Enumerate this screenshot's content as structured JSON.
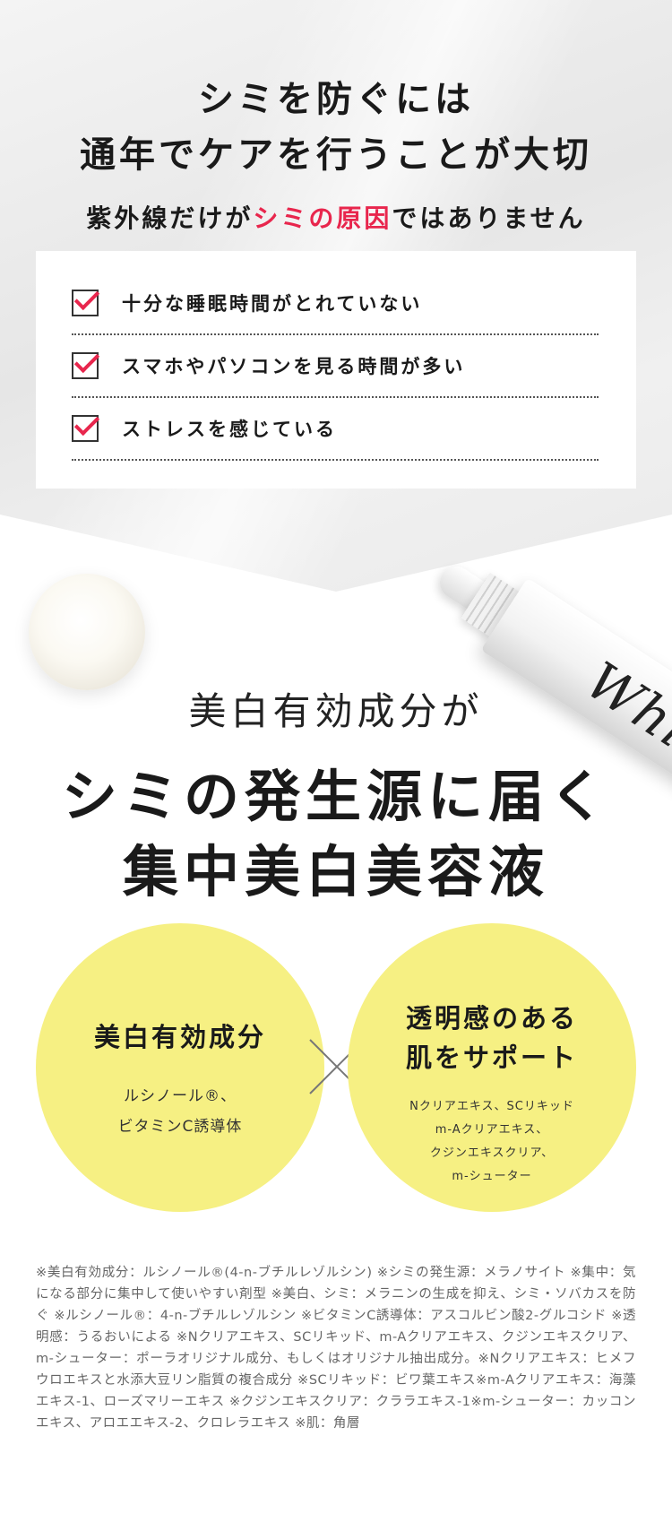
{
  "header": {
    "line1": "シミを防ぐには",
    "line2": "通年でケアを行うことが大切",
    "sub_prefix": "紫外線だけが",
    "sub_accent": "シミの原因",
    "sub_suffix": "ではありません"
  },
  "checklist": {
    "items": [
      "十分な睡眠時間がとれていない",
      "スマホやパソコンを見る時間が多い",
      "ストレスを感じている"
    ]
  },
  "product": {
    "tube_logo": "White"
  },
  "main": {
    "sub": "美白有効成分が",
    "big1": "シミの発生源に届く",
    "big2": "集中美白美容液"
  },
  "circles": {
    "left": {
      "title": "美白有効成分",
      "body_line1": "ルシノール®、",
      "body_line2": "ビタミンC誘導体"
    },
    "right": {
      "title_line1": "透明感のある",
      "title_line2": "肌をサポート",
      "body_line1": "Nクリアエキス、SCリキッド",
      "body_line2": "m-Aクリアエキス、",
      "body_line3": "クジンエキスクリア、",
      "body_line4": "m-シューター"
    }
  },
  "footnote": "※美白有効成分：ルシノール®(4-n-ブチルレゾルシン) ※シミの発生源：メラノサイト ※集中：気になる部分に集中して使いやすい剤型 ※美白、シミ：メラニンの生成を抑え、シミ・ソバカスを防ぐ ※ルシノール®：4-n-ブチルレゾルシン ※ビタミンC誘導体：アスコルビン酸2-グルコシド ※透明感：うるおいによる ※Nクリアエキス、SCリキッド、m-Aクリアエキス、クジンエキスクリア、m-シューター：ポーラオリジナル成分、もしくはオリジナル抽出成分。※Nクリアエキス：ヒメフウロエキスと水添大豆リン脂質の複合成分 ※SCリキッド：ビワ葉エキス※m-Aクリアエキス：海藻エキス-1、ローズマリーエキス ※クジンエキスクリア：クララエキス-1※m-シューター：カッコンエキス、アロエエキス-2、クロレラエキス ※肌：角層",
  "colors": {
    "accent_red": "#e8264d",
    "highlight_yellow": "#f2e31a",
    "circle_yellow": "#f6f083"
  }
}
